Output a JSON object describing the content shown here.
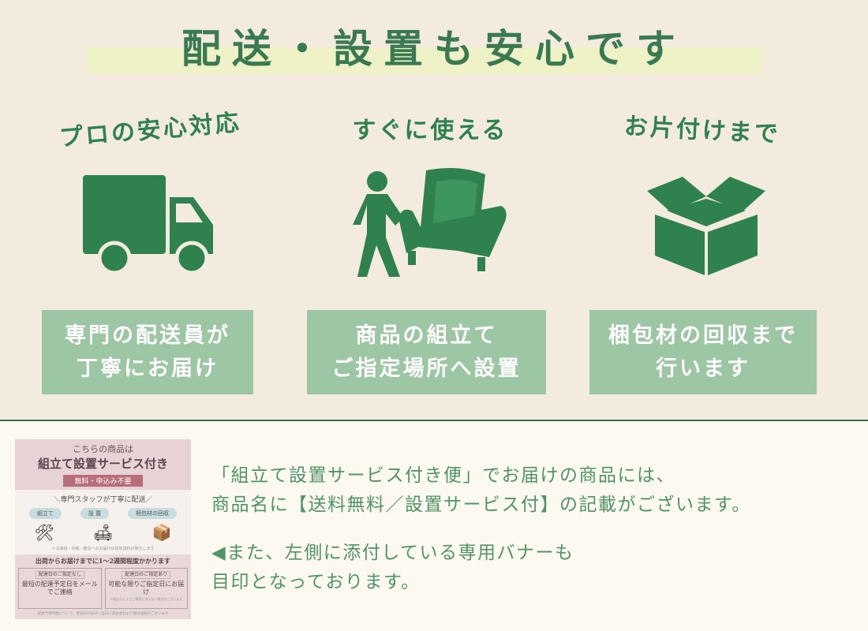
{
  "title": "配送・設置も安心です",
  "features": [
    {
      "heading": "プロの安心対応",
      "icon": "delivery-truck-icon",
      "lines": [
        "専門の配送員が",
        "丁寧にお届け"
      ]
    },
    {
      "heading": "すぐに使える",
      "icon": "person-carrying-sofa-icon",
      "lines": [
        "商品の組立て",
        "ご指定場所へ設置"
      ]
    },
    {
      "heading": "お片付けまで",
      "icon": "open-box-icon",
      "lines": [
        "梱包材の回収まで",
        "行います"
      ]
    }
  ],
  "banner": {
    "line1": "こちらの商品は",
    "line2": "組立て設置サービス付き",
    "tag": "無料・申込み不要",
    "sub": "＼専門スタッフが丁寧に配送／",
    "pills": [
      "組立て",
      "設 置",
      "梱包材の回収"
    ],
    "note": "※北海道・沖縄・離島へのお届けは追加送料が発生します",
    "bottom_title": "出荷からお届けまでに1〜2週間程度かかります",
    "card1_title": "配達日のご指定なし",
    "card1_text": "最短の配達予定日をメールでご連絡",
    "card2_title": "配達日のご指定あり",
    "card2_text": "可能な限りご指定日にお届け",
    "card2_note": "※指定日によりご希望に添えない場合がございます",
    "footer": "配達予定時間について、配達日の前日〜当日に運送会社より電話連絡がございます"
  },
  "description": {
    "p1": [
      "「組立て設置サービス付き便」でお届けの商品には、",
      "商品名に【送料無料／設置サービス付】の記載がございます。"
    ],
    "p2": [
      "◀また、左側に添付している専用バナーも",
      "目印となっております。"
    ]
  },
  "colors": {
    "green": "#2f8150",
    "box": "#9dc6a4",
    "bg": "#f3ebde"
  }
}
